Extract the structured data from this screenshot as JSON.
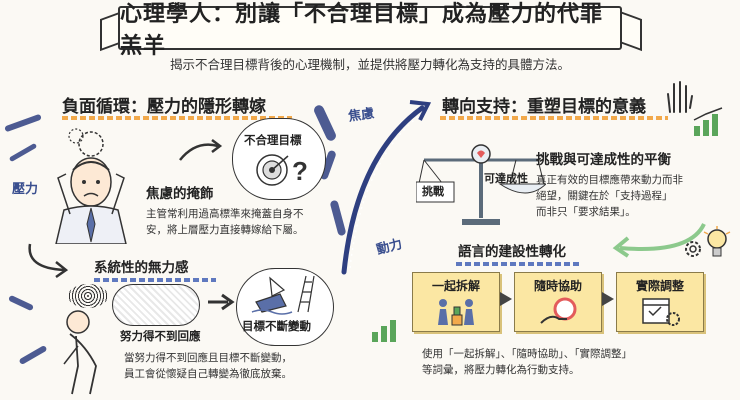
{
  "title": "心理學人：別讓「不合理目標」成為壓力的代罪羔羊",
  "subtitle": "揭示不合理目標背後的心理機制，並提供將壓力轉化為支持的具體方法。",
  "left": {
    "heading": "負面循環：壓力的隱形轉嫁",
    "pressure_label": "壓力",
    "anxiety_label": "焦慮",
    "cloud_label": "不合理目標",
    "mask": {
      "title": "焦慮的掩飾",
      "body_lines": [
        "主管常利用過高標準來掩蓋自身不",
        "安，將上層壓力直接轉嫁給下屬。"
      ]
    },
    "helpless": {
      "title": "系統性的無力感",
      "cloud_label": "努力得不到回應",
      "boat_label": "目標不斷變動",
      "body_lines": [
        "當努力得不到回應且目標不斷變動，",
        "員工會從懷疑自己轉變為徹底放棄。"
      ]
    }
  },
  "right": {
    "heading": "轉向支持：重塑目標的意義",
    "motivation_label": "動力",
    "scale": {
      "left_label": "挑戰",
      "right_label": "可達成性"
    },
    "balance": {
      "title": "挑戰與可達成性的平衡",
      "body_lines": [
        "真正有效的目標應帶來動力而非",
        "絕望，關鍵在於「支持過程」",
        "而非只「要求結果」。"
      ]
    },
    "language": {
      "title": "語言的建設性轉化",
      "cards": [
        "一起拆解",
        "隨時協助",
        "實際調整"
      ],
      "body_lines": [
        "使用「一起拆解」、「隨時協助」、「實際調整」",
        "等詞彙，將壓力轉化為行動支持。"
      ]
    }
  },
  "colors": {
    "accent_orange": "#f2a94b",
    "ink_blue": "#3a4f8f",
    "card_yellow": "#fbe7a3",
    "growth_green": "#5aa55a"
  }
}
